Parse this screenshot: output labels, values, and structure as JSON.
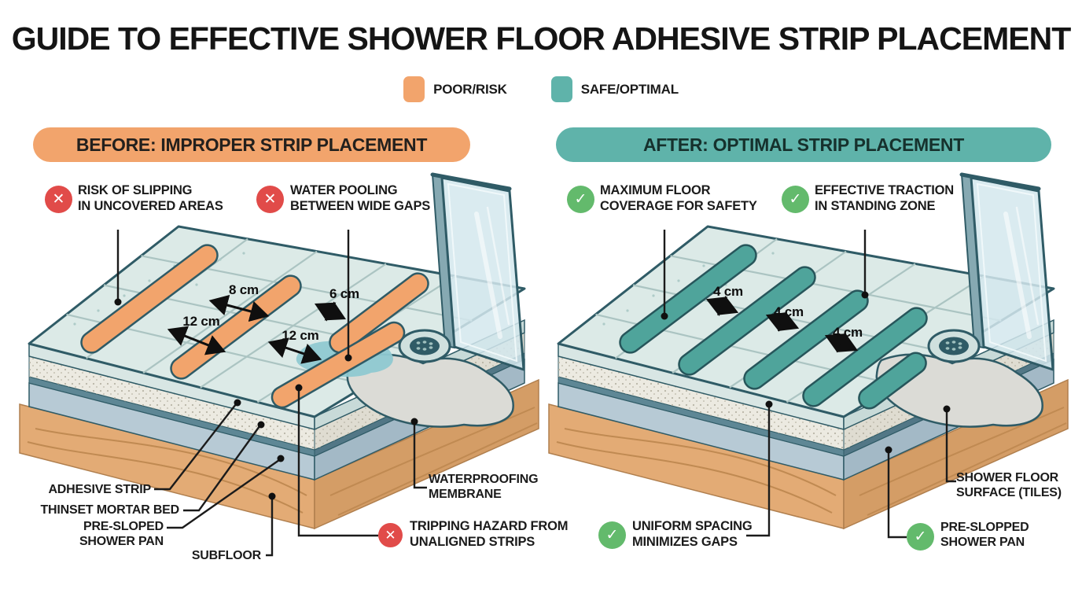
{
  "title": "GUIDE TO EFFECTIVE SHOWER FLOOR ADHESIVE STRIP PLACEMENT",
  "legend": {
    "items": [
      {
        "label": "POOR/RISK",
        "color": "#F2A46C"
      },
      {
        "label": "SAFE/OPTIMAL",
        "color": "#5FB3AA"
      }
    ]
  },
  "icons": {
    "error_glyph": "✕",
    "success_glyph": "✓"
  },
  "colors": {
    "poor_accent": "#F2A46C",
    "safe_accent": "#5FB3AA",
    "error_badge": "#E14B49",
    "success_badge": "#63BA6C",
    "outline": "#2F5B66"
  },
  "before": {
    "header": "BEFORE: IMPROPER STRIP PLACEMENT",
    "callouts": {
      "slipping": {
        "line1": "RISK OF SLIPPING",
        "line2": "IN UNCOVERED AREAS"
      },
      "pooling": {
        "line1": "WATER POOLING",
        "line2": "BETWEEN WIDE GAPS"
      },
      "tripping": {
        "line1": "TRIPPING HAZARD FROM",
        "line2": "UNALIGNED STRIPS"
      }
    },
    "measurements": {
      "m1": "8 cm",
      "m2": "12 cm",
      "m3": "6 cm",
      "m4": "12 cm"
    },
    "labels": {
      "adhesive": "ADHESIVE STRIP",
      "thinset": "THINSET MORTAR BED",
      "presloped1": "PRE-SLOPED",
      "presloped2": "SHOWER PAN",
      "subfloor": "SUBFLOOR",
      "membrane1": "WATERPROOFING",
      "membrane2": "MEMBRANE"
    }
  },
  "after": {
    "header": "AFTER: OPTIMAL STRIP PLACEMENT",
    "callouts": {
      "coverage": {
        "line1": "MAXIMUM FLOOR",
        "line2": "COVERAGE FOR SAFETY"
      },
      "traction": {
        "line1": "EFFECTIVE TRACTION",
        "line2": "IN STANDING ZONE"
      },
      "spacing": {
        "line1": "UNIFORM SPACING",
        "line2": "MINIMIZES GAPS"
      }
    },
    "measurements": {
      "m1": "4 cm",
      "m2": "4 cm",
      "m3": "4 cm"
    },
    "labels": {
      "surface1": "SHOWER FLOOR",
      "surface2": "SURFACE (TILES)",
      "pan1": "PRE-SLOPPED",
      "pan2": "SHOWER PAN"
    }
  }
}
